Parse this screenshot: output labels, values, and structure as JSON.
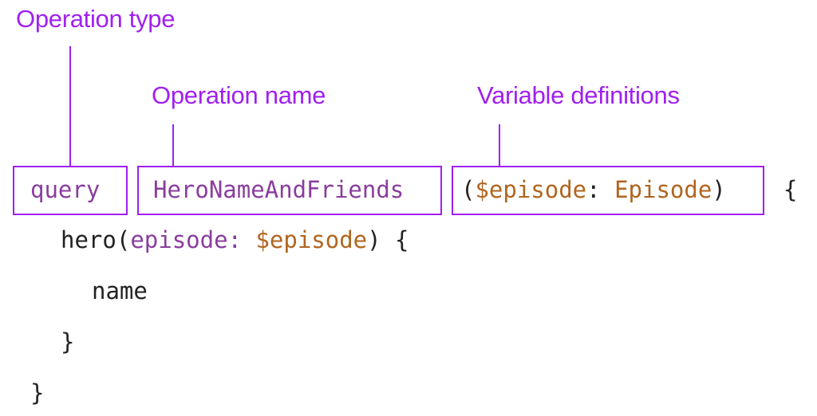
{
  "annotations": {
    "operation_type": "Operation type",
    "operation_name": "Operation name",
    "variable_definitions": "Variable definitions"
  },
  "code": {
    "keyword": "query",
    "operation_name": "HeroNameAndFriends",
    "var_open_paren": "(",
    "var_name": "$episode",
    "var_colon": ": ",
    "var_type": "Episode",
    "var_close_paren": ")",
    "open_brace": "{",
    "line2_field": "hero",
    "line2_open_paren": "(",
    "line2_arg": "episode",
    "line2_colon": ": ",
    "line2_var": "$episode",
    "line2_close": ") {",
    "line3_field": "name",
    "line4_close": "}",
    "line5_close": "}"
  },
  "colors": {
    "annotation": "#a020f0",
    "keyword": "#8a3d9e",
    "variable": "#b0651f",
    "text": "#222222"
  }
}
